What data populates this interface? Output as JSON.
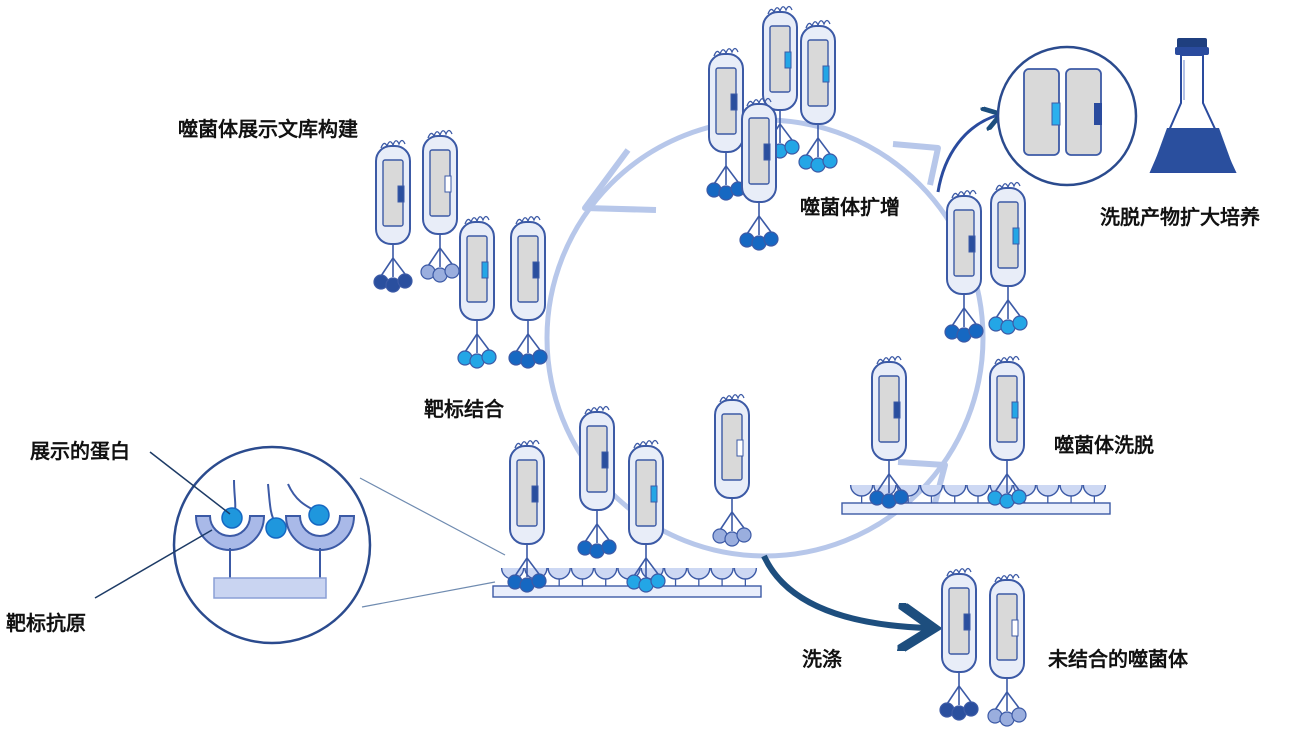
{
  "labels": {
    "library": "噬菌体展示文库构建",
    "amplify": "噬菌体扩增",
    "culture": "洗脱产物扩大培养",
    "binding": "靶标结合",
    "elution": "噬菌体洗脱",
    "displayed_protein": "展示的蛋白",
    "target_antigen": "靶标抗原",
    "wash": "洗涤",
    "unbound": "未结合的噬菌体"
  },
  "colors": {
    "outline": "#3c5aa6",
    "body_fill": "#e8edf8",
    "capsule": "#d9d9d9",
    "cycle_arrow": "#b7c7ea",
    "dark_arrow": "#1d4e7e",
    "navy_ball": "#2a4f9e",
    "mid_ball": "#1668c2",
    "cyan_ball": "#23a6e6",
    "pale_ball": "#9aaede",
    "flask_liquid": "#2a4f9e"
  }
}
